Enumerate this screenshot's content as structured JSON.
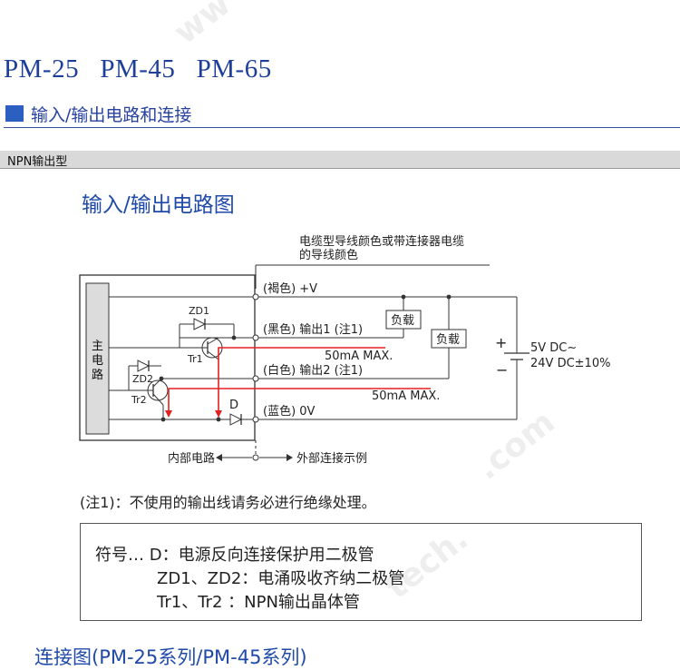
{
  "header": {
    "models": "PM-25   PM-45   PM-65",
    "section_title": "输入/输出电路和连接"
  },
  "band": {
    "label": "NPN输出型"
  },
  "circuit": {
    "heading": "输入/输出电路图",
    "cable_note_line1": "电缆型导线颜色或带连接器电缆",
    "cable_note_line2": "的导线颜色",
    "main_circuit": [
      "主",
      "电",
      "路"
    ],
    "components": {
      "zd1": "ZD1",
      "zd2": "ZD2",
      "tr1": "Tr1",
      "tr2": "Tr2",
      "d": "D"
    },
    "wires": {
      "brown": "(褐色) +V",
      "black": "(黑色) 输出1 (注1)",
      "white": "(白色) 输出2 (注1)",
      "blue": "(蓝色) 0V"
    },
    "load_label": "负载",
    "max_current": "50mA  MAX.",
    "supply_plus": "+",
    "supply_minus": "−",
    "supply_line1": "5V DC∼",
    "supply_line2": "24V DC±10%",
    "internal": "内部电路",
    "external": "外部连接示例",
    "colors": {
      "current_path": "#e52020",
      "line": "#333333",
      "box_fill": "#dcdcdc"
    }
  },
  "note": "(注1)：不使用的输出线请务必进行绝缘处理。",
  "legend": {
    "line1": "符号… D：电源反向连接保护用二极管",
    "line2": "ZD1、ZD2：电涌吸收齐纳二极管",
    "line3": "Tr1、Tr2 ：NPN输出晶体管"
  },
  "bottom_heading": "连接图(PM-25系列/PM-45系列)"
}
